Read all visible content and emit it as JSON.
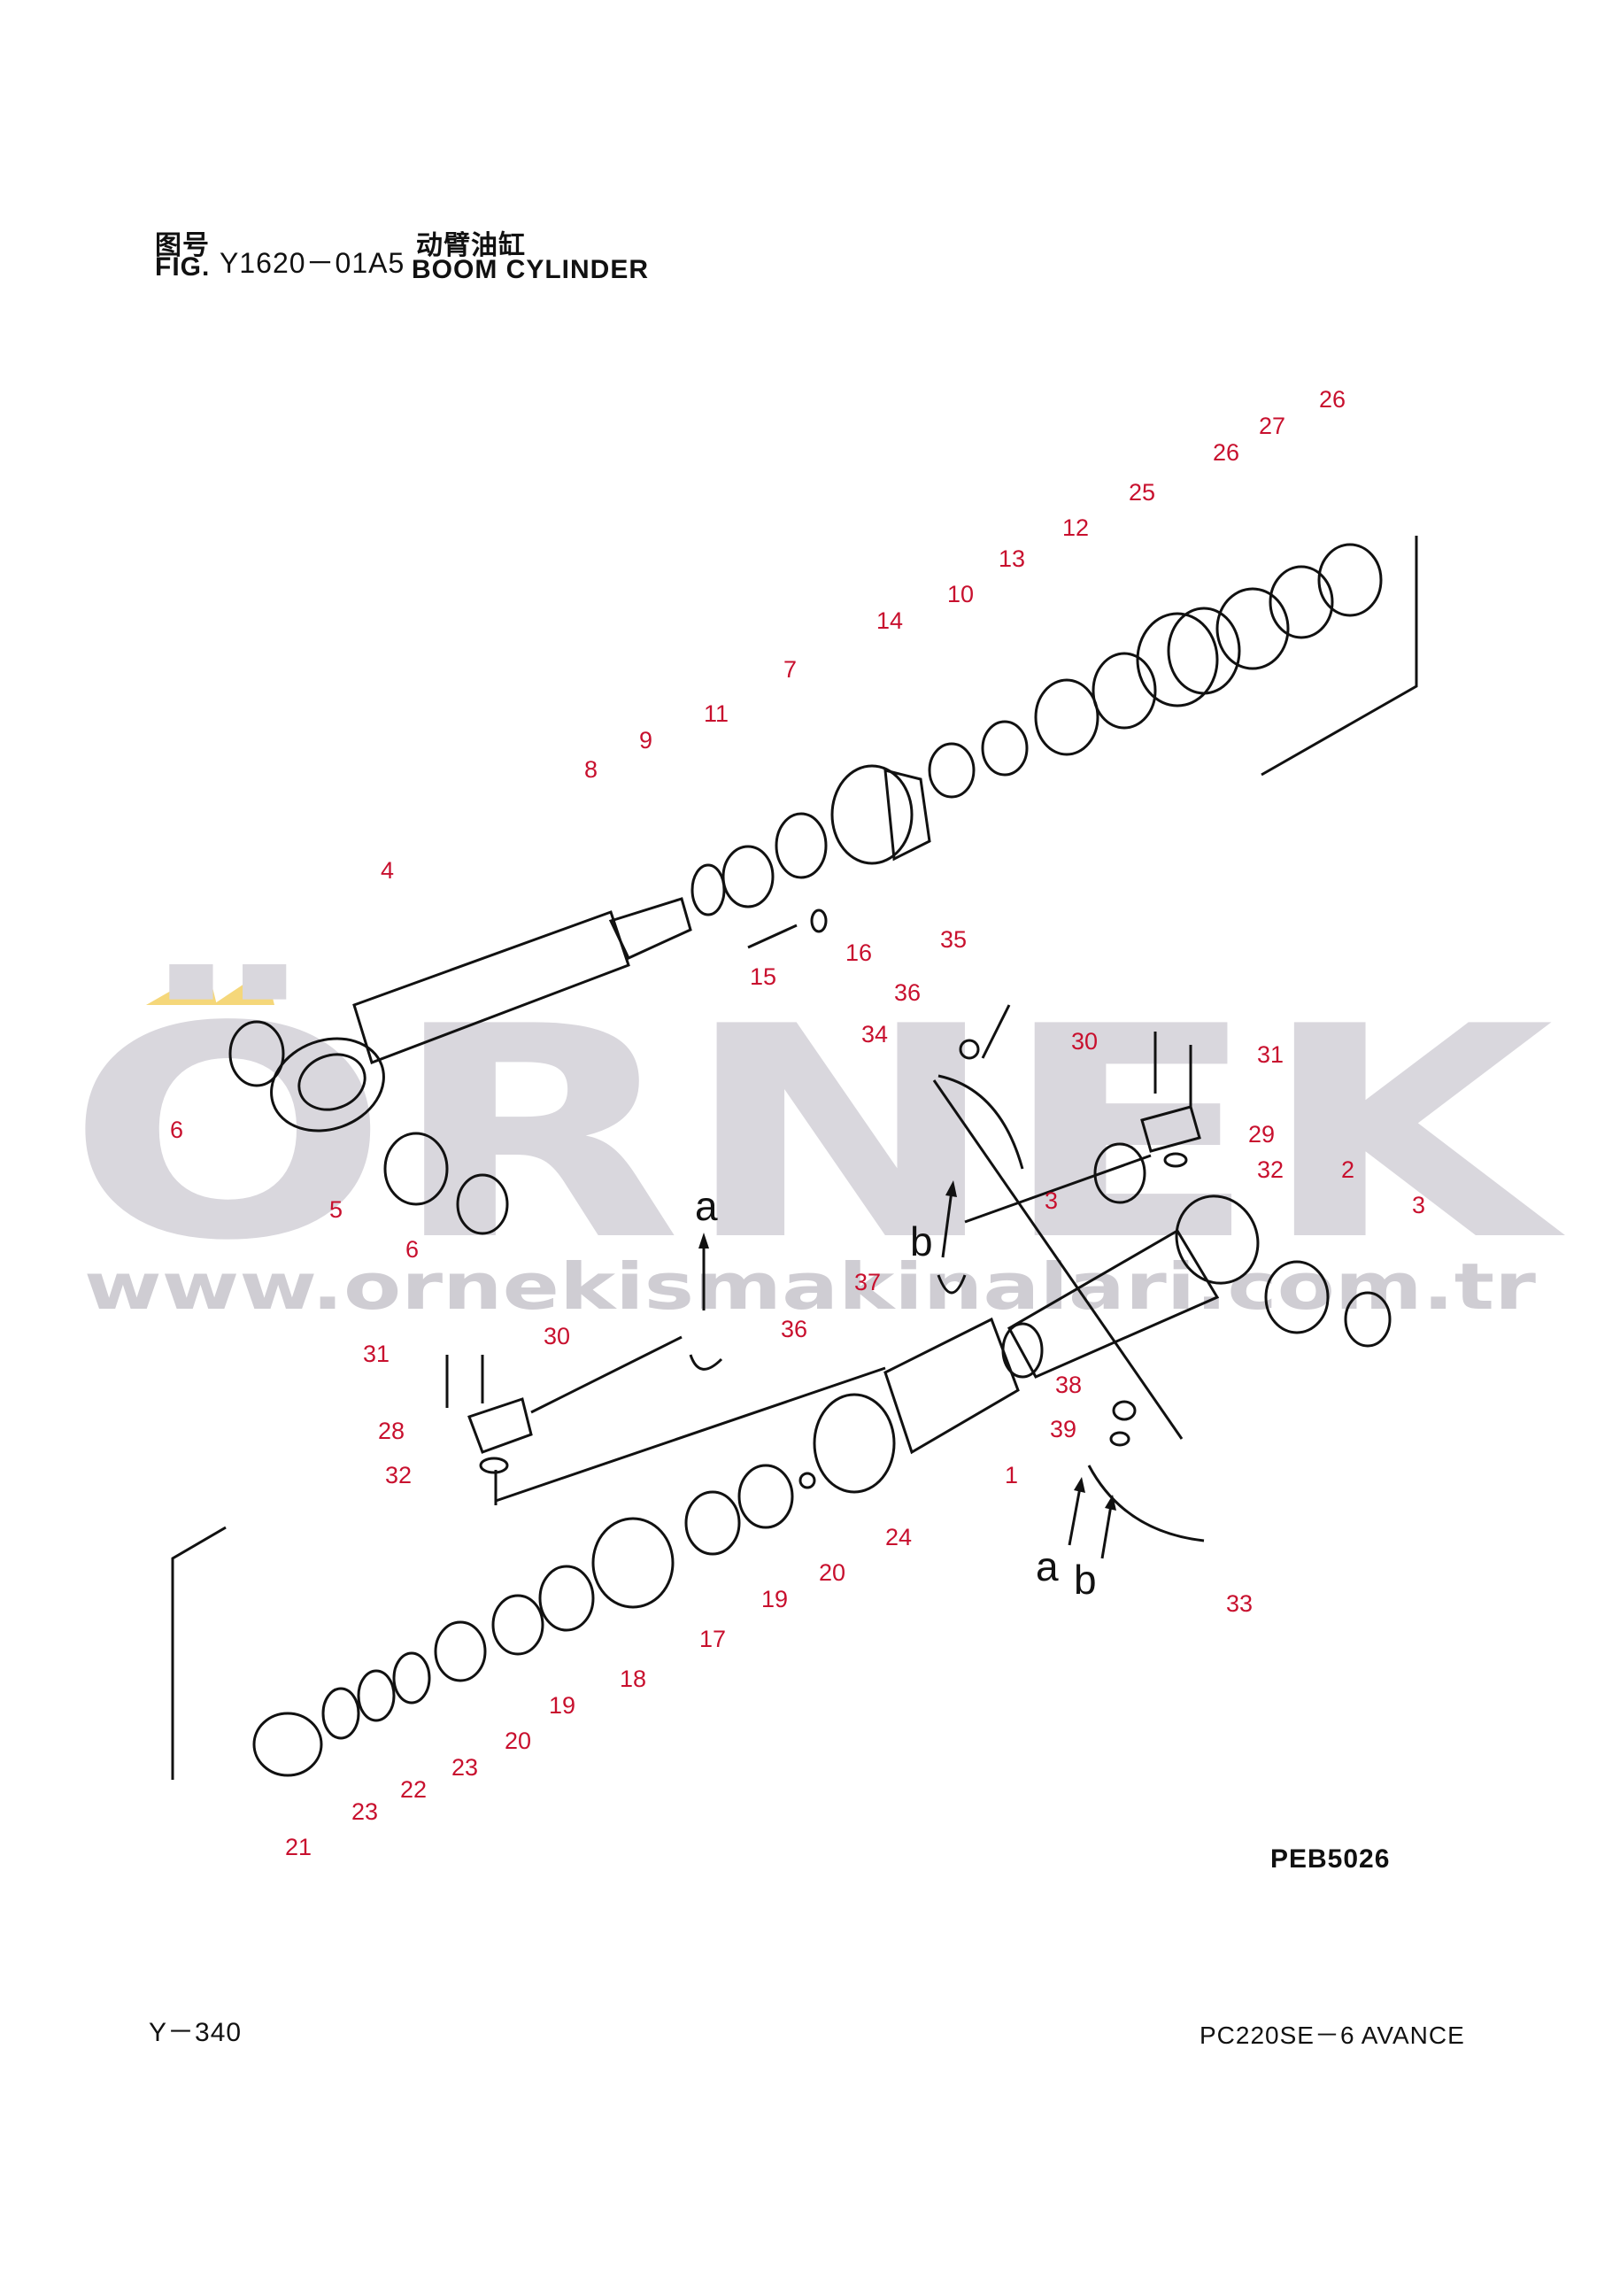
{
  "header": {
    "fig_cn": "图号",
    "fig_en": "FIG.",
    "fig_number": "Y1620－01A5",
    "title_cn": "动臂油缸",
    "title_en": "BOOM CYLINDER"
  },
  "watermark": {
    "logo": "ÖRNEK",
    "url": "www.ornekismakinalari.com.tr"
  },
  "diagram": {
    "labels": [
      "1",
      "2",
      "3",
      "3",
      "4",
      "5",
      "6",
      "6",
      "7",
      "8",
      "9",
      "10",
      "11",
      "12",
      "13",
      "14",
      "15",
      "16",
      "17",
      "18",
      "19",
      "19",
      "20",
      "20",
      "21",
      "22",
      "23",
      "23",
      "24",
      "25",
      "26",
      "26",
      "27",
      "28",
      "29",
      "30",
      "30",
      "31",
      "31",
      "32",
      "32",
      "33",
      "34",
      "35",
      "36",
      "36",
      "37",
      "38",
      "39"
    ],
    "refs": [
      "a",
      "b",
      "a",
      "b"
    ]
  },
  "drawing_code": "PEB5026",
  "footer": {
    "page": "Y－340",
    "model": "PC220SE－6 AVANCE"
  },
  "colors": {
    "label": "#c8102e",
    "line": "#111111",
    "watermark": "#d9d7dd",
    "watermark_accent": "#f5d77a"
  }
}
